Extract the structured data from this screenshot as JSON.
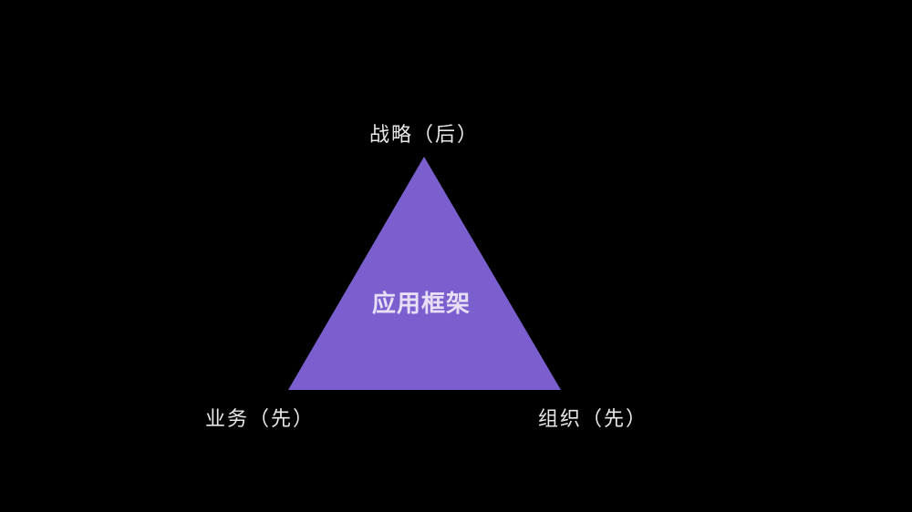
{
  "diagram": {
    "type": "triangle",
    "fill_color": "#7b5fcf",
    "background_color": "#000000",
    "center_label": "应用框架",
    "vertices": {
      "top": {
        "label": "战略（后）"
      },
      "bottom_left": {
        "label": "业务（先）"
      },
      "bottom_right": {
        "label": "组织（先）"
      }
    }
  }
}
